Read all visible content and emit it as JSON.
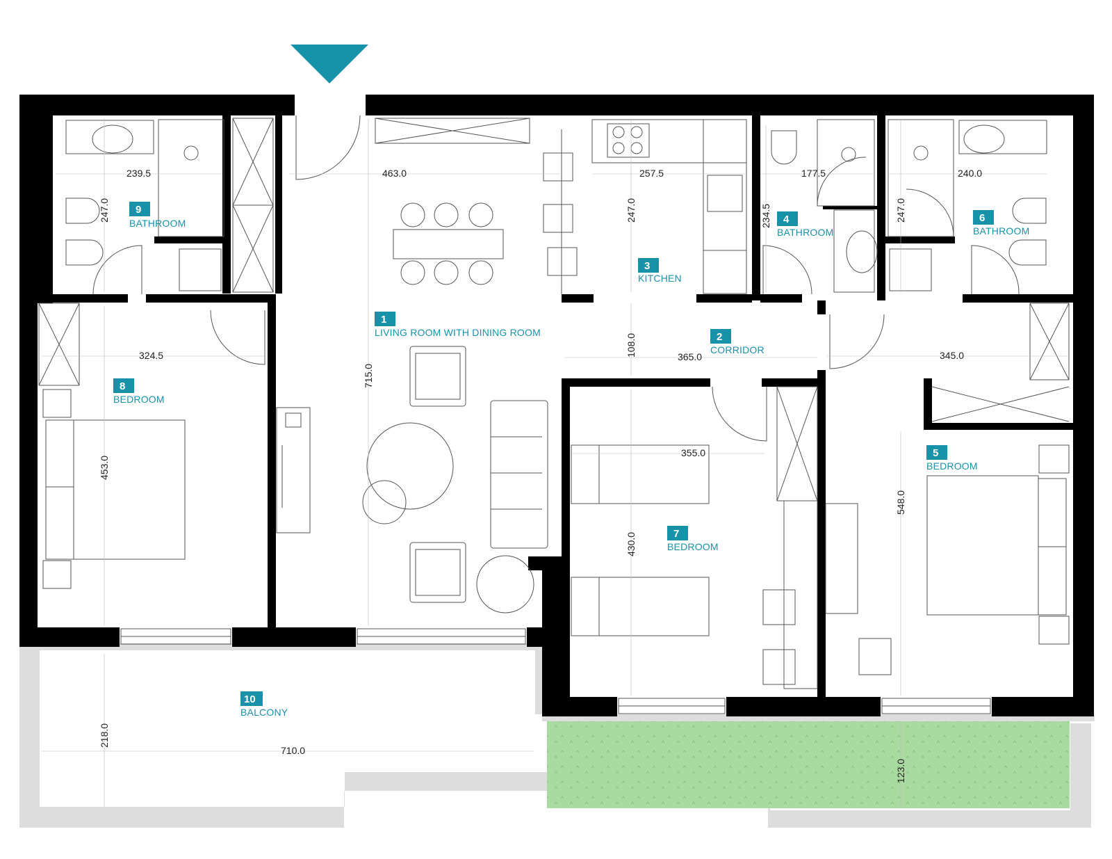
{
  "accent_color": "#1892a8",
  "wall_color": "#000000",
  "terrace_color": "#a9dba0",
  "outside_color": "#dddddd",
  "entrance_icon": "entrance-triangle-icon",
  "rooms": [
    {
      "id": "1",
      "label": "LIVING ROOM WITH DINING ROOM"
    },
    {
      "id": "2",
      "label": "CORRIDOR"
    },
    {
      "id": "3",
      "label": "KITCHEN"
    },
    {
      "id": "4",
      "label": "BATHROOM"
    },
    {
      "id": "5",
      "label": "BEDROOM"
    },
    {
      "id": "6",
      "label": "BATHROOM"
    },
    {
      "id": "7",
      "label": "BEDROOM"
    },
    {
      "id": "8",
      "label": "BEDROOM"
    },
    {
      "id": "9",
      "label": "BATHROOM"
    },
    {
      "id": "10",
      "label": "BALCONY"
    }
  ],
  "dimensions": {
    "bath9_w": "239.5",
    "bath9_h": "247.0",
    "living_w": "463.0",
    "living_h": "715.0",
    "kitchen_w": "257.5",
    "kitchen_h": "247.0",
    "bath4_w": "177.5",
    "bath4_h": "234.5",
    "bath6_w": "240.0",
    "bath6_h": "247.0",
    "bed8_w": "324.5",
    "bed8_h": "453.0",
    "corridor_w": "365.0",
    "corridor_h": "108.0",
    "bed5_w": "345.0",
    "bed5_h": "548.0",
    "bed7_w": "355.0",
    "bed7_h": "430.0",
    "balcony_w": "710.0",
    "balcony_h": "218.0",
    "terrace_h": "123.0"
  }
}
